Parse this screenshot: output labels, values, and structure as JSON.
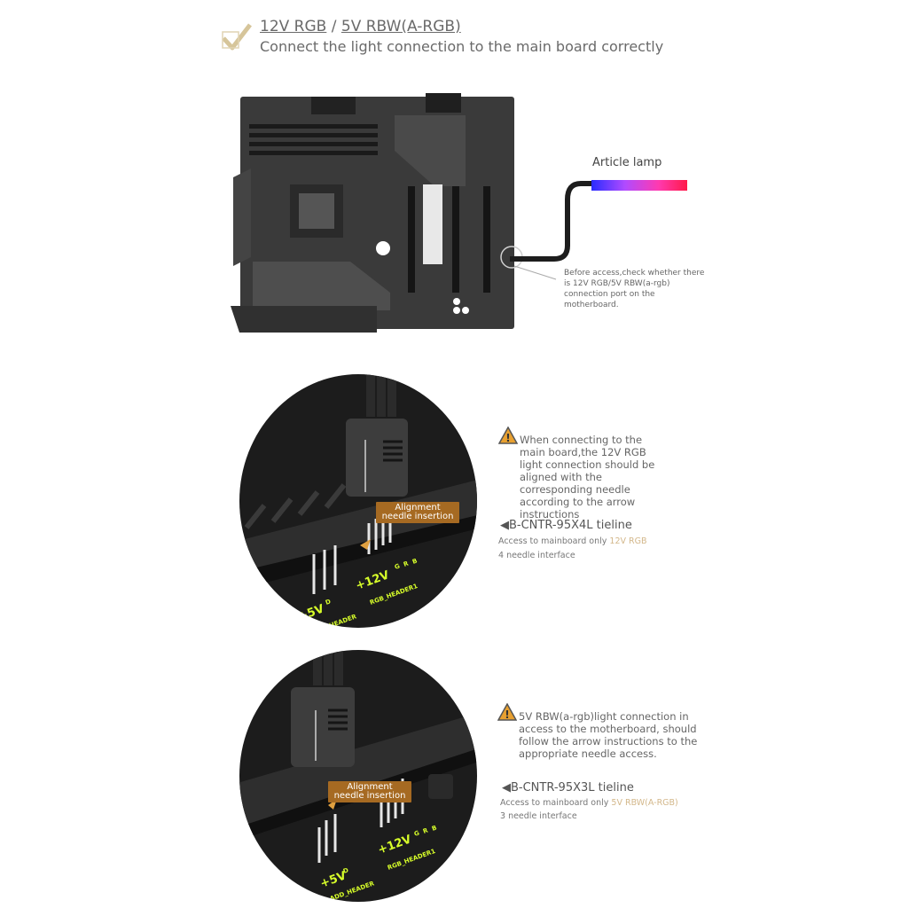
{
  "header": {
    "title_a": "12V RGB",
    "title_sep": " / ",
    "title_b": "5V RBW(A-RGB)",
    "subtitle": "Connect the light connection to the main board correctly",
    "check_icon": "check-icon"
  },
  "board": {
    "lamp_label": "Article lamp",
    "note": "Before access,check whether there is 12V RGB/5V RBW(a-rgb) connection port on the motherboard.",
    "lamp_colors": [
      "#3a2bff",
      "#ff1a5a"
    ]
  },
  "section1": {
    "warning": "When connecting to the main board,the 12V RGB light connection should be aligned with the corresponding needle according to the arrow instructions",
    "callout": "Alignment needle insertion",
    "tieline": "B-CNTR-95X4L tieline",
    "access_prefix": "Access to mainboard only ",
    "access_highlight": "12V RGB",
    "interface": "4 needle interface",
    "board_labels": [
      "+12V",
      "G",
      "R",
      "B",
      "RGB_HEADER1",
      "+5V",
      "D",
      "ADD_HEADER"
    ]
  },
  "section2": {
    "warning": "5V RBW(a-rgb)light connection in access to the motherboard, should follow the arrow instructions to the appropriate needle access.",
    "callout": "Alignment needle insertion",
    "tieline": "B-CNTR-95X3L tieline",
    "access_prefix": "Access to mainboard only ",
    "access_highlight": "5V RBW(A-RGB)",
    "interface": "3 needle interface",
    "board_labels": [
      "+12V",
      "G",
      "R",
      "B",
      "RGB_HEADER1",
      "+5V",
      "D",
      "ADD_HEADER"
    ]
  },
  "colors": {
    "accent_gold": "#d3b78a",
    "callout_bg": "#a66a22",
    "board_dark": "#2a2a2a",
    "silk_yellow": "#d8ff2a"
  }
}
